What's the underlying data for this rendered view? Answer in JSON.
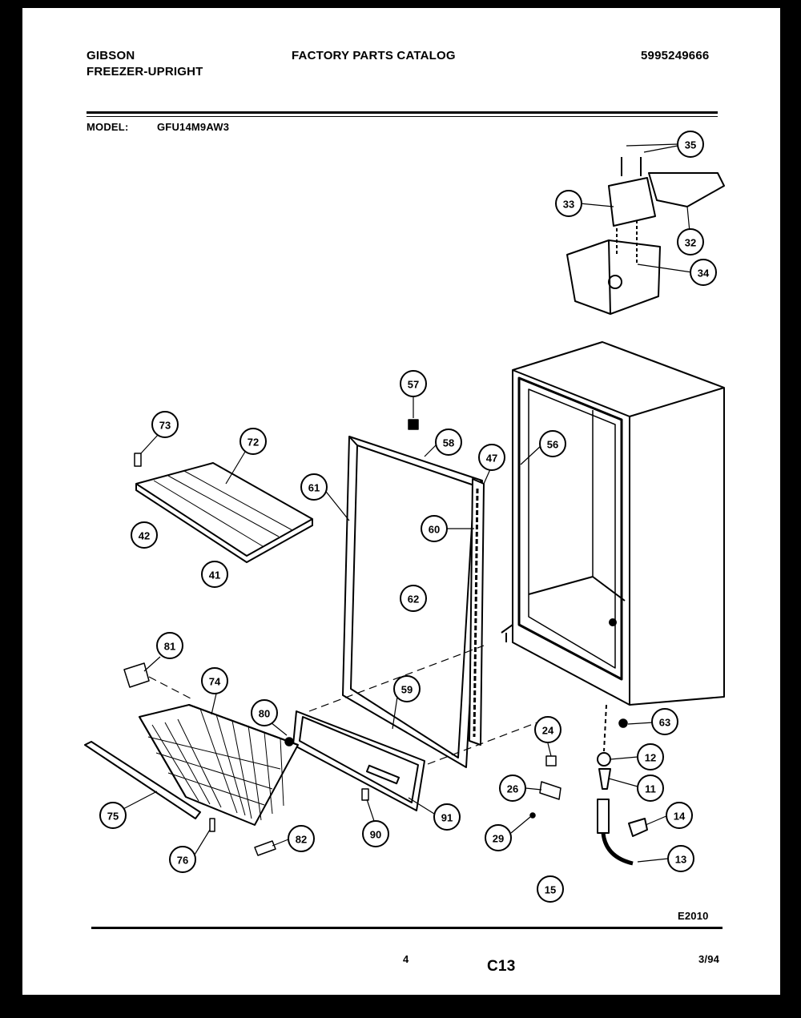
{
  "header": {
    "brand": "GIBSON",
    "product": "FREEZER-UPRIGHT",
    "catalog_title": "FACTORY PARTS CATALOG",
    "catalog_number": "5995249666",
    "model_label": "MODEL:",
    "model_value": "GFU14M9AW3"
  },
  "callouts": {
    "c35": "35",
    "c33": "33",
    "c32": "32",
    "c34": "34",
    "c57": "57",
    "c58": "58",
    "c47": "47",
    "c56": "56",
    "c61": "61",
    "c60": "60",
    "c62": "62",
    "c59": "59",
    "c73": "73",
    "c72": "72",
    "c42": "42",
    "c41": "41",
    "c81": "81",
    "c74": "74",
    "c80": "80",
    "c75": "75",
    "c76": "76",
    "c82": "82",
    "c90": "90",
    "c91": "91",
    "c24": "24",
    "c26": "26",
    "c29": "29",
    "c63": "63",
    "c12": "12",
    "c11": "11",
    "c14": "14",
    "c13": "13",
    "c15": "15"
  },
  "footer": {
    "drawing_code": "E2010",
    "page_number": "4",
    "section": "C13",
    "date": "3/94"
  }
}
